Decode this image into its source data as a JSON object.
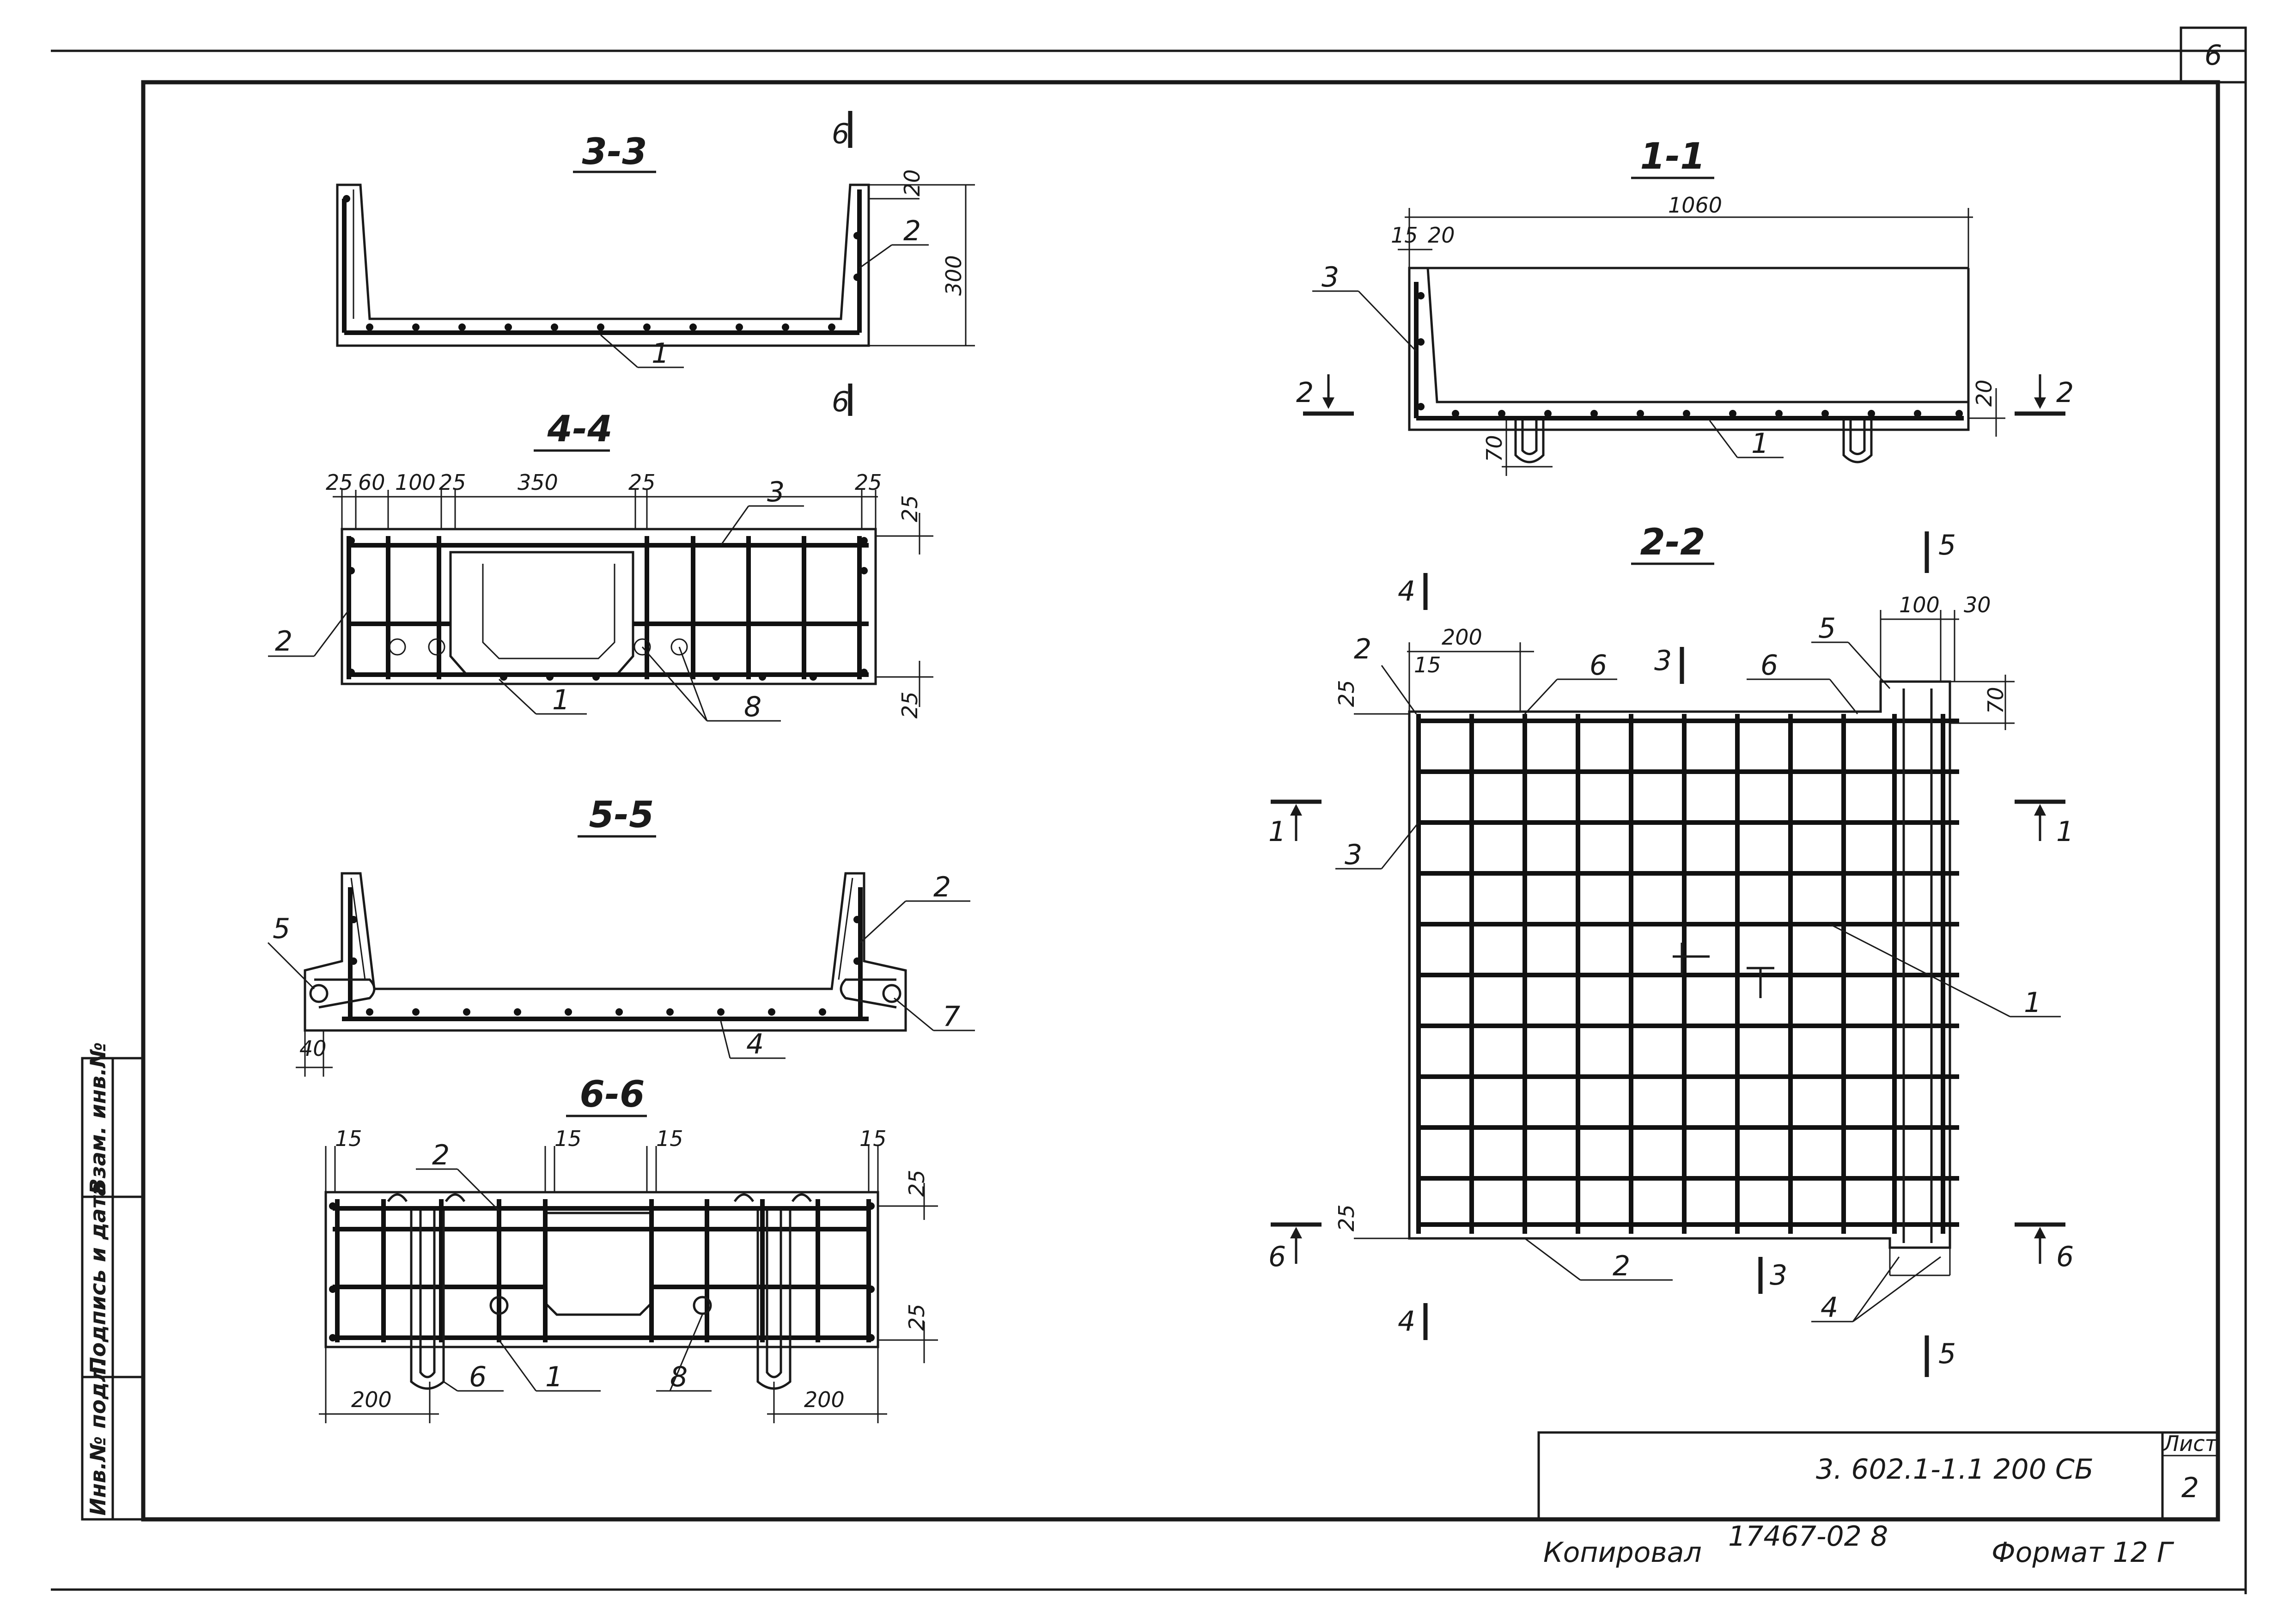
{
  "sheet": {
    "page_corner_number": "6",
    "sheet_label": "Лист",
    "sheet_number": "2",
    "designation": "3. 602.1-1.1 200 СБ",
    "copied_by": "Копировал",
    "order_number": "17467-02  8",
    "format": "Формат 12 Г",
    "side_stamp": [
      "Инв.№ подл.",
      "Подпись и дата",
      "Взам. инв.№"
    ]
  },
  "sections": {
    "s33": {
      "title": "3-3",
      "cut_marks": [
        "6",
        "6"
      ],
      "dims": [
        "20",
        "300"
      ],
      "callouts": [
        "1",
        "2"
      ]
    },
    "s44": {
      "title": "4-4",
      "dims_top": [
        "25",
        "60",
        "100",
        "25",
        "350",
        "25",
        "25"
      ],
      "dims_right": [
        "25",
        "25"
      ],
      "callouts": [
        "1",
        "2",
        "3",
        "8"
      ]
    },
    "s55": {
      "title": "5-5",
      "dims": [
        "40"
      ],
      "callouts": [
        "2",
        "4",
        "5",
        "7"
      ]
    },
    "s66": {
      "title": "6-6",
      "dims_top": [
        "15",
        "15",
        "15",
        "15"
      ],
      "dims_right": [
        "25",
        "25"
      ],
      "dims_bottom": [
        "200",
        "200"
      ],
      "callouts": [
        "1",
        "2",
        "6",
        "8"
      ]
    },
    "s11": {
      "title": "1-1",
      "dims": [
        "1060",
        "15",
        "20",
        "20",
        "70"
      ],
      "cut_marks": [
        "2",
        "2"
      ],
      "callouts": [
        "1",
        "3"
      ]
    },
    "s22": {
      "title": "2-2",
      "dims": [
        "200",
        "15",
        "25",
        "100",
        "30",
        "70",
        "25"
      ],
      "cut_marks": [
        "1",
        "1",
        "3",
        "3",
        "4",
        "4",
        "5",
        "5",
        "6",
        "6"
      ],
      "callouts": [
        "1",
        "2",
        "2",
        "3",
        "4",
        "5",
        "6",
        "6"
      ]
    }
  }
}
